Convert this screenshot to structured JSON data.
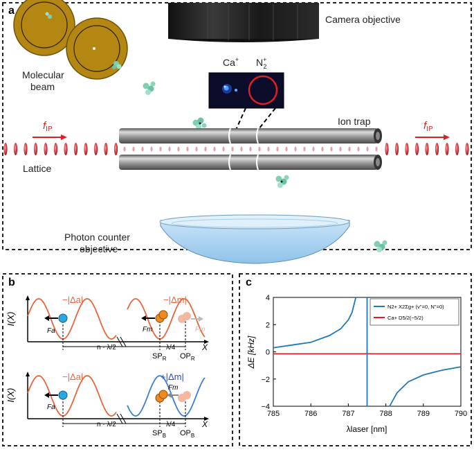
{
  "panel_a": {
    "label": "a",
    "camera": "Camera objective",
    "molecular_beam": [
      "Molecular",
      "beam"
    ],
    "ion_ca": "Ca",
    "ion_ca_sup": "+",
    "ion_n": "N",
    "ion_n_sup": "+",
    "ion_n_sub": "2",
    "ion_trap": "Ion trap",
    "lattice": "Lattice",
    "f": "f",
    "f_sub": "IP",
    "photon_counter": [
      "Photon counter",
      "objective"
    ]
  },
  "panel_b": {
    "label": "b",
    "ylabel": "I(X)",
    "xlabel": "X",
    "top": {
      "delta_a": "−|Δa|",
      "delta_m": "−|Δm|",
      "force_a": "Fa",
      "force_m": "Fm",
      "force_m_ghost": "Fm",
      "dist_n": "n · λ/2",
      "dist_q": "λ/4",
      "sp": "SP",
      "sp_sub": "R",
      "op": "OP",
      "op_sub": "R"
    },
    "bottom": {
      "delta_a": "−|Δa|",
      "delta_m": "+|Δm|",
      "force_a": "Fa",
      "force_m": "Fm",
      "dist_n": "n · λ/2",
      "dist_q": "λ/4",
      "sp": "SP",
      "sp_sub": "B",
      "op": "OP",
      "op_sub": "B"
    },
    "colors": {
      "red": "#e8643c",
      "blue": "#3a7fd5",
      "orange": "#f08a1e",
      "ghost": "#f3b9a0",
      "cyan": "#29a8e0"
    }
  },
  "panel_c": {
    "label": "c",
    "chart_data": {
      "type": "line",
      "xlabel": "λlaser [nm]",
      "ylabel": "ΔE [kHz]",
      "xlim": [
        785,
        790
      ],
      "ylim": [
        -4,
        4
      ],
      "xticks": [
        "785",
        "786",
        "787",
        "788",
        "789",
        "790"
      ],
      "yticks": [
        "4",
        "2",
        "0",
        "−2",
        "−4"
      ],
      "resonance_nm": 787.5,
      "series": [
        {
          "name": "N2+ X2Σg+ (v''=0, N''=0)",
          "color": "#1f77b4",
          "x": [
            785.0,
            785.5,
            786.0,
            786.5,
            786.8,
            787.0,
            787.1,
            787.2
          ],
          "y": [
            0.3,
            0.5,
            0.7,
            1.2,
            1.7,
            2.35,
            2.9,
            4.0
          ]
        },
        {
          "name": "Ca+ D5/2(−5/2)",
          "color": "#e02020",
          "x": [
            785.0,
            790.0
          ],
          "y": [
            -0.15,
            -0.15
          ]
        }
      ],
      "series_lower_branch": {
        "x": [
          788.1,
          788.3,
          788.6,
          789.0,
          789.5,
          790.0
        ],
        "y": [
          -4.0,
          -3.0,
          -2.2,
          -1.7,
          -1.35,
          -1.1
        ]
      },
      "legend": [
        "N2+ X2Σg+ (v''=0, N''=0)",
        "Ca+ D5/2(−5/2)"
      ]
    }
  }
}
